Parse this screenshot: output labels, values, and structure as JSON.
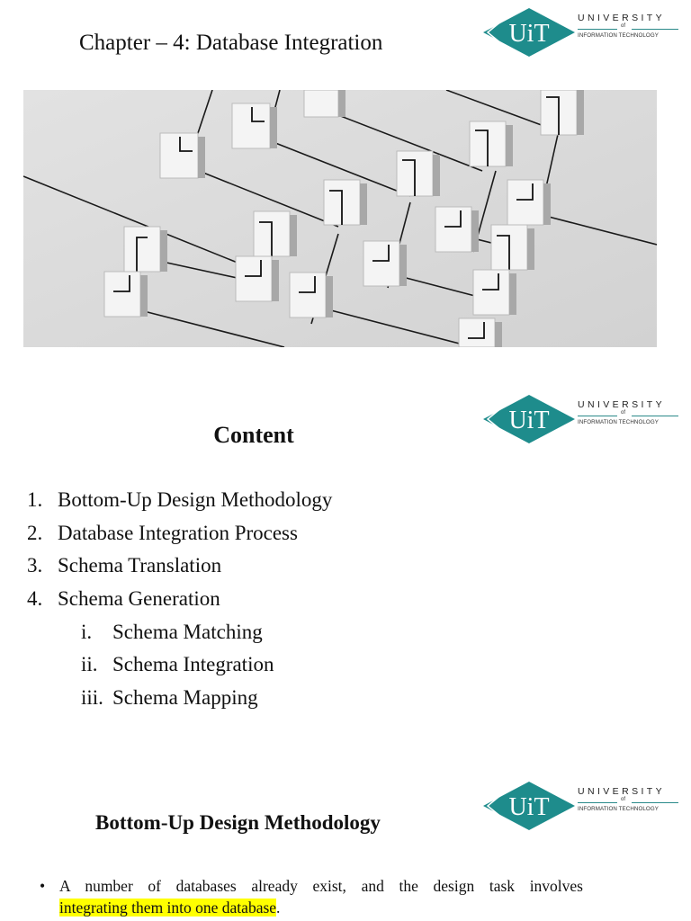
{
  "slide1": {
    "title": "Chapter – 4: Database Integration",
    "hero_image": "isometric white cubes connected by black lines (network/integration illustration)"
  },
  "logo": {
    "monogram": "UiT",
    "line1": "UNIVERSITY",
    "line2": "of",
    "line3": "INFORMATION TECHNOLOGY",
    "color": "#1e8c8c"
  },
  "slide2": {
    "heading": "Content",
    "items": [
      {
        "num": "1.",
        "text": "Bottom-Up Design Methodology"
      },
      {
        "num": "2.",
        "text": "Database Integration Process"
      },
      {
        "num": "3.",
        "text": "Schema Translation"
      },
      {
        "num": "4.",
        "text": "Schema Generation"
      }
    ],
    "subitems": [
      {
        "num": "i.",
        "text": "Schema Matching"
      },
      {
        "num": "ii.",
        "text": "Schema Integration"
      },
      {
        "num": "iii.",
        "text": "Schema Mapping"
      }
    ]
  },
  "slide3": {
    "heading": "Bottom-Up Design Methodology",
    "bullet_symbol": "•",
    "bullet_text_before": "A number of databases already exist, and the design task involves",
    "bullet_text_highlight": "integrating them into one database",
    "bullet_text_after": ".",
    "highlight_color": "#ffff00"
  }
}
